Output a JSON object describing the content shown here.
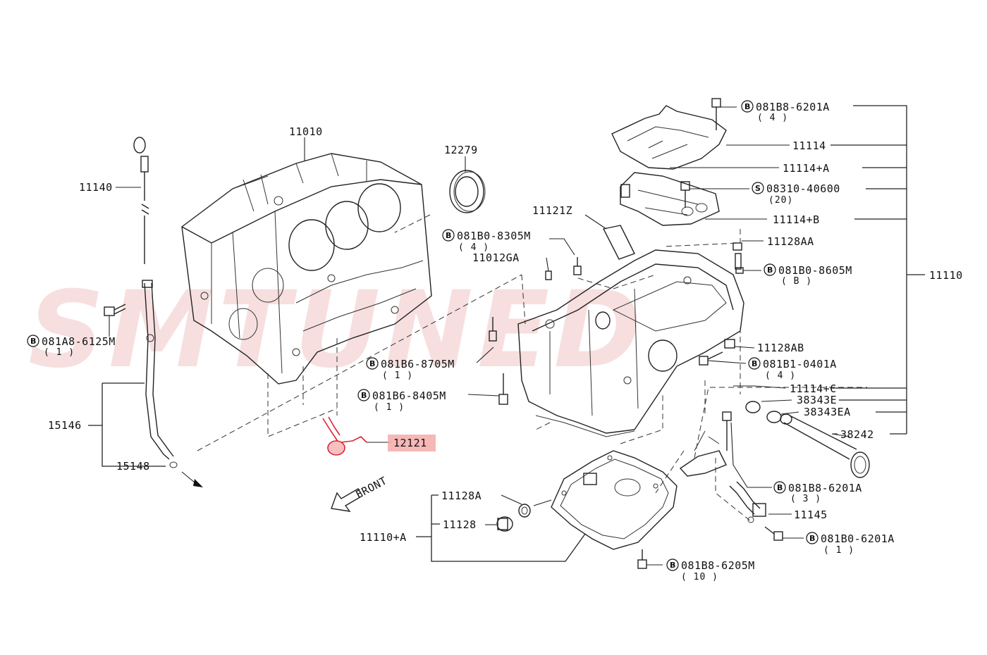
{
  "watermark": "SMTUNED",
  "front_label": "FRONT",
  "highlight_color": "#f4aaaa",
  "accent_color": "#dd2233",
  "callouts": {
    "c11010": "11010",
    "c12279": "12279",
    "c11140": "11140",
    "c081A8_6125M": "081A8-6125M",
    "q081A8_6125M": "( 1 )",
    "c15146": "15146",
    "c15148": "15148",
    "c12121": "12121",
    "c081B0_8305M": "081B0-8305M",
    "q081B0_8305M": "( 4 )",
    "c11012GA": "11012GA",
    "c11121Z": "11121Z",
    "c081B6_8705M": "081B6-8705M",
    "q081B6_8705M": "( 1 )",
    "c081B6_8405M": "081B6-8405M",
    "q081B6_8405M": "( 1 )",
    "c081B8_6201A_top": "081B8-6201A",
    "q081B8_6201A_top": "( 4 )",
    "c11114": "11114",
    "c11114A": "11114+A",
    "c08310_40600": "08310-40600",
    "q08310_40600": "(20)",
    "c11114B": "11114+B",
    "c11128AA": "11128AA",
    "c081B0_8605M": "081B0-8605M",
    "q081B0_8605M": "( B )",
    "c11110": "11110",
    "c11128AB": "11128AB",
    "c081B1_0401A": "081B1-0401A",
    "q081B1_0401A": "( 4 )",
    "c11114C": "11114+C",
    "c38343E": "38343E",
    "c38343EA": "38343EA",
    "c38242": "38242",
    "c081B8_6201A_mid": "081B8-6201A",
    "q081B8_6201A_mid": "( 3 )",
    "c11145": "11145",
    "c081B0_6201A": "081B0-6201A",
    "q081B0_6201A": "( 1 )",
    "c11128A": "11128A",
    "c11128": "11128",
    "c11110A": "11110+A",
    "c081B8_6205M": "081B8-6205M",
    "q081B8_6205M": "( 10 )"
  },
  "bolt_symbol": "B",
  "screw_symbol": "S"
}
